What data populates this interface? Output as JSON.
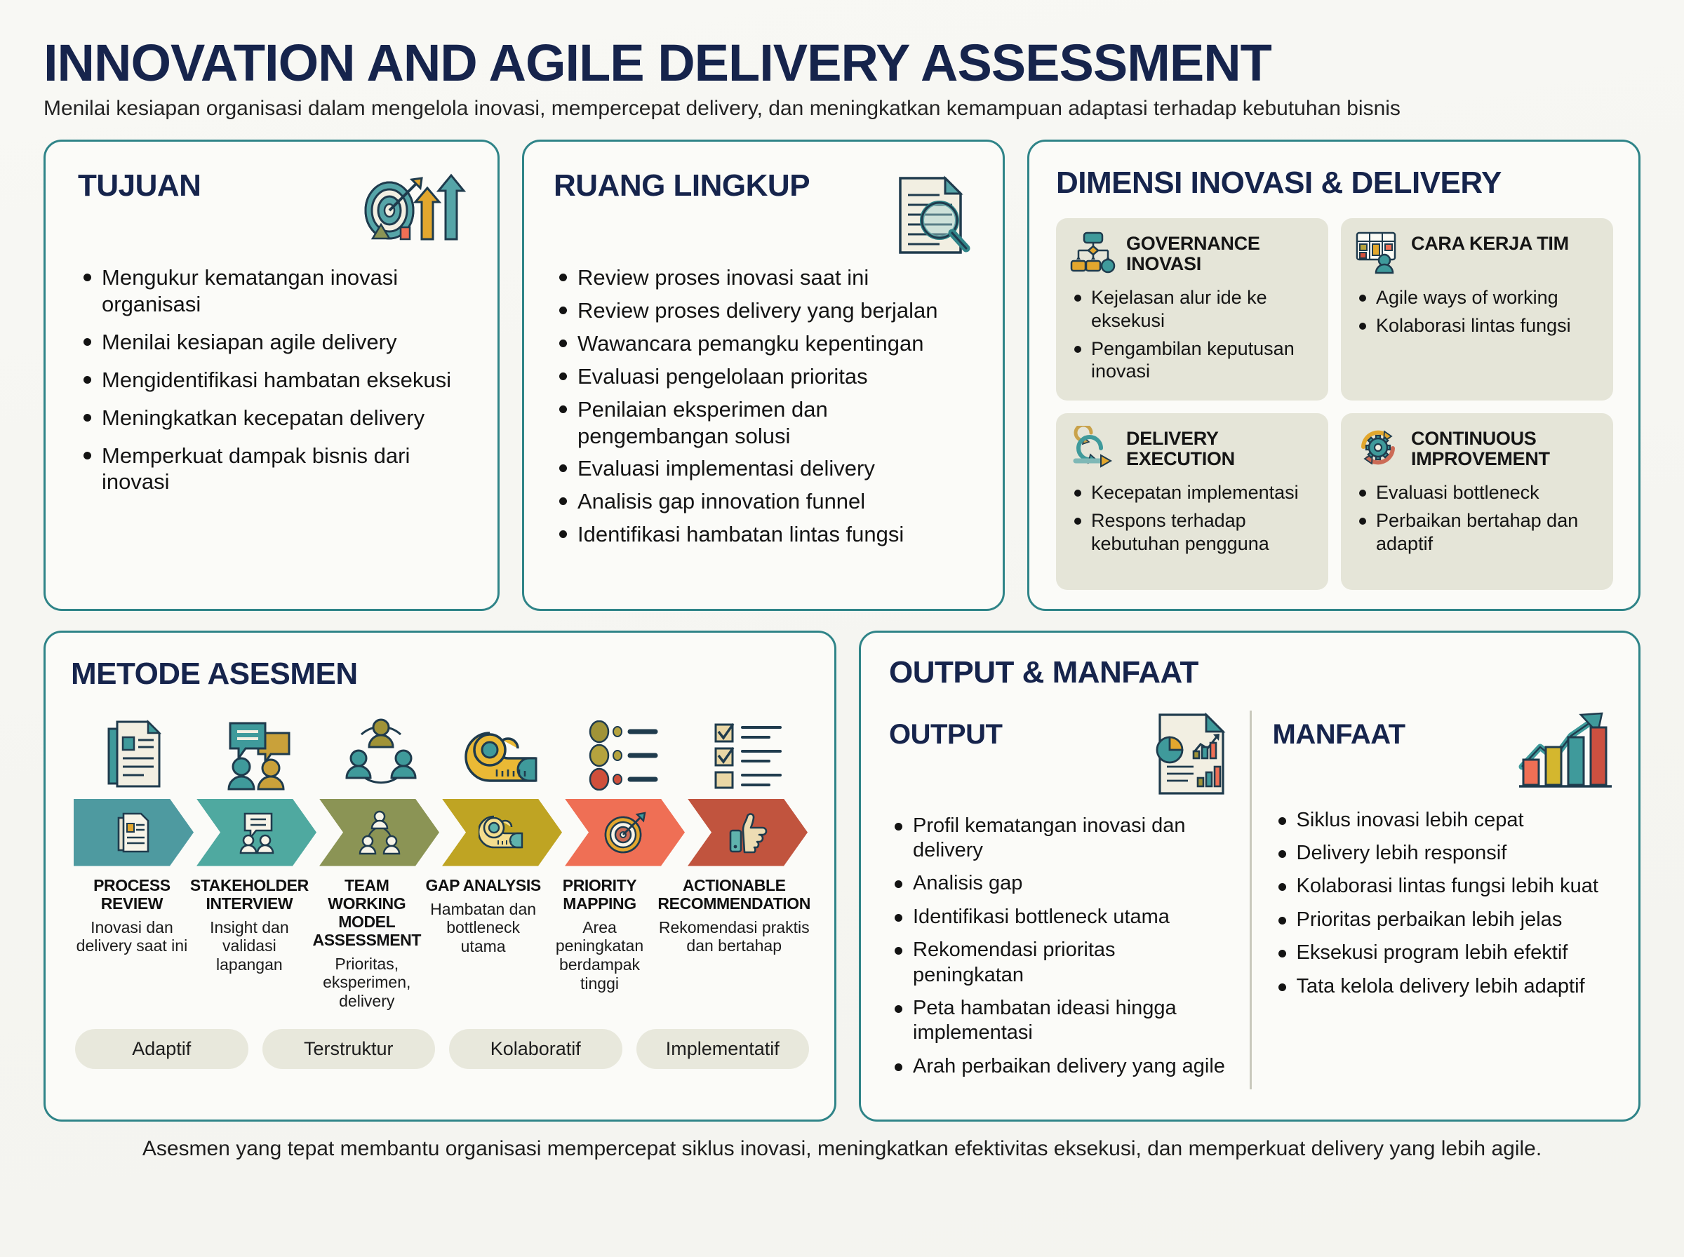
{
  "header": {
    "title": "INNOVATION AND AGILE DELIVERY ASSESSMENT",
    "subtitle": "Menilai kesiapan organisasi dalam mengelola inovasi, mempercepat delivery, dan meningkatkan kemampuan adaptasi terhadap kebutuhan bisnis"
  },
  "tujuan": {
    "title": "TUJUAN",
    "icon": "target-arrow-growth-icon",
    "items": [
      "Mengukur kematangan inovasi organisasi",
      "Menilai kesiapan agile delivery",
      "Mengidentifikasi hambatan eksekusi",
      "Meningkatkan kecepatan delivery",
      "Memperkuat dampak bisnis dari inovasi"
    ]
  },
  "ruang_lingkup": {
    "title": "RUANG LINGKUP",
    "icon": "document-magnifier-icon",
    "items": [
      "Review proses inovasi saat ini",
      "Review proses delivery yang berjalan",
      "Wawancara pemangku kepentingan",
      "Evaluasi pengelolaan prioritas",
      "Penilaian eksperimen dan pengembangan solusi",
      "Evaluasi implementasi delivery",
      "Analisis gap innovation funnel",
      "Identifikasi hambatan lintas fungsi"
    ]
  },
  "dimensi": {
    "title": "DIMENSI INOVASI & DELIVERY",
    "cells": [
      {
        "name": "GOVERNANCE INOVASI",
        "icon": "flowchart-icon",
        "items": [
          "Kejelasan alur ide ke eksekusi",
          "Pengambilan keputusan inovasi"
        ]
      },
      {
        "name": "CARA KERJA TIM",
        "icon": "kanban-board-person-icon",
        "items": [
          "Agile ways of working",
          "Kolaborasi lintas fungsi"
        ]
      },
      {
        "name": "DELIVERY EXECUTION",
        "icon": "agile-sprint-arrow-icon",
        "items": [
          "Kecepatan implementasi",
          "Respons terhadap kebutuhan pengguna"
        ]
      },
      {
        "name": "CONTINUOUS IMPROVEMENT",
        "icon": "gear-cycle-icon",
        "items": [
          "Evaluasi bottleneck",
          "Perbaikan bertahap dan adaptif"
        ]
      }
    ]
  },
  "metode": {
    "title": "METODE ASESMEN",
    "steps": [
      {
        "name": "PROCESS REVIEW",
        "desc": "Inovasi dan delivery saat ini",
        "color": "#4e9aa0",
        "icon": "document-stack-icon"
      },
      {
        "name": "STAKEHOLDER INTERVIEW",
        "desc": "Insight dan validasi lapangan",
        "color": "#4fa9a0",
        "icon": "interview-speech-icon"
      },
      {
        "name": "TEAM WORKING MODEL ASSESSMENT",
        "desc": "Prioritas, eksperimen, delivery",
        "color": "#8b9455",
        "icon": "team-network-icon"
      },
      {
        "name": "GAP ANALYSIS",
        "desc": "Hambatan dan bottleneck utama",
        "color": "#bfa423",
        "icon": "measuring-tape-icon"
      },
      {
        "name": "PRIORITY MAPPING",
        "desc": "Area peningkatan berdampak tinggi",
        "color": "#ef6f55",
        "icon": "target-dart-icon"
      },
      {
        "name": "ACTIONABLE RECOMMENDATION",
        "desc": "Rekomendasi praktis dan bertahap",
        "color": "#c1543e",
        "icon": "thumbs-up-icon"
      }
    ],
    "tags": [
      "Adaptif",
      "Terstruktur",
      "Kolaboratif",
      "Implementatif"
    ]
  },
  "output_manfaat": {
    "title": "OUTPUT & MANFAAT",
    "output": {
      "title": "OUTPUT",
      "icon": "report-chart-document-icon",
      "items": [
        "Profil kematangan inovasi dan delivery",
        "Analisis gap",
        "Identifikasi bottleneck utama",
        "Rekomendasi prioritas peningkatan",
        "Peta hambatan ideasi hingga implementasi",
        "Arah perbaikan delivery yang agile"
      ]
    },
    "manfaat": {
      "title": "MANFAAT",
      "icon": "growth-bar-chart-icon",
      "items": [
        "Siklus inovasi lebih cepat",
        "Delivery lebih responsif",
        "Kolaborasi lintas fungsi lebih kuat",
        "Prioritas perbaikan lebih jelas",
        "Eksekusi program lebih efektif",
        "Tata kelola delivery lebih adaptif"
      ]
    }
  },
  "footer": {
    "text": "Asesmen yang tepat membantu organisasi mempercepat siklus inovasi, meningkatkan efektivitas eksekusi, dan memperkuat delivery yang lebih agile."
  },
  "colors": {
    "border": "#2f8488",
    "heading": "#16244c",
    "subcard_bg": "#e5e5d8",
    "pill_bg": "#e8e8dc",
    "page_bg": "#f7f7f3"
  }
}
